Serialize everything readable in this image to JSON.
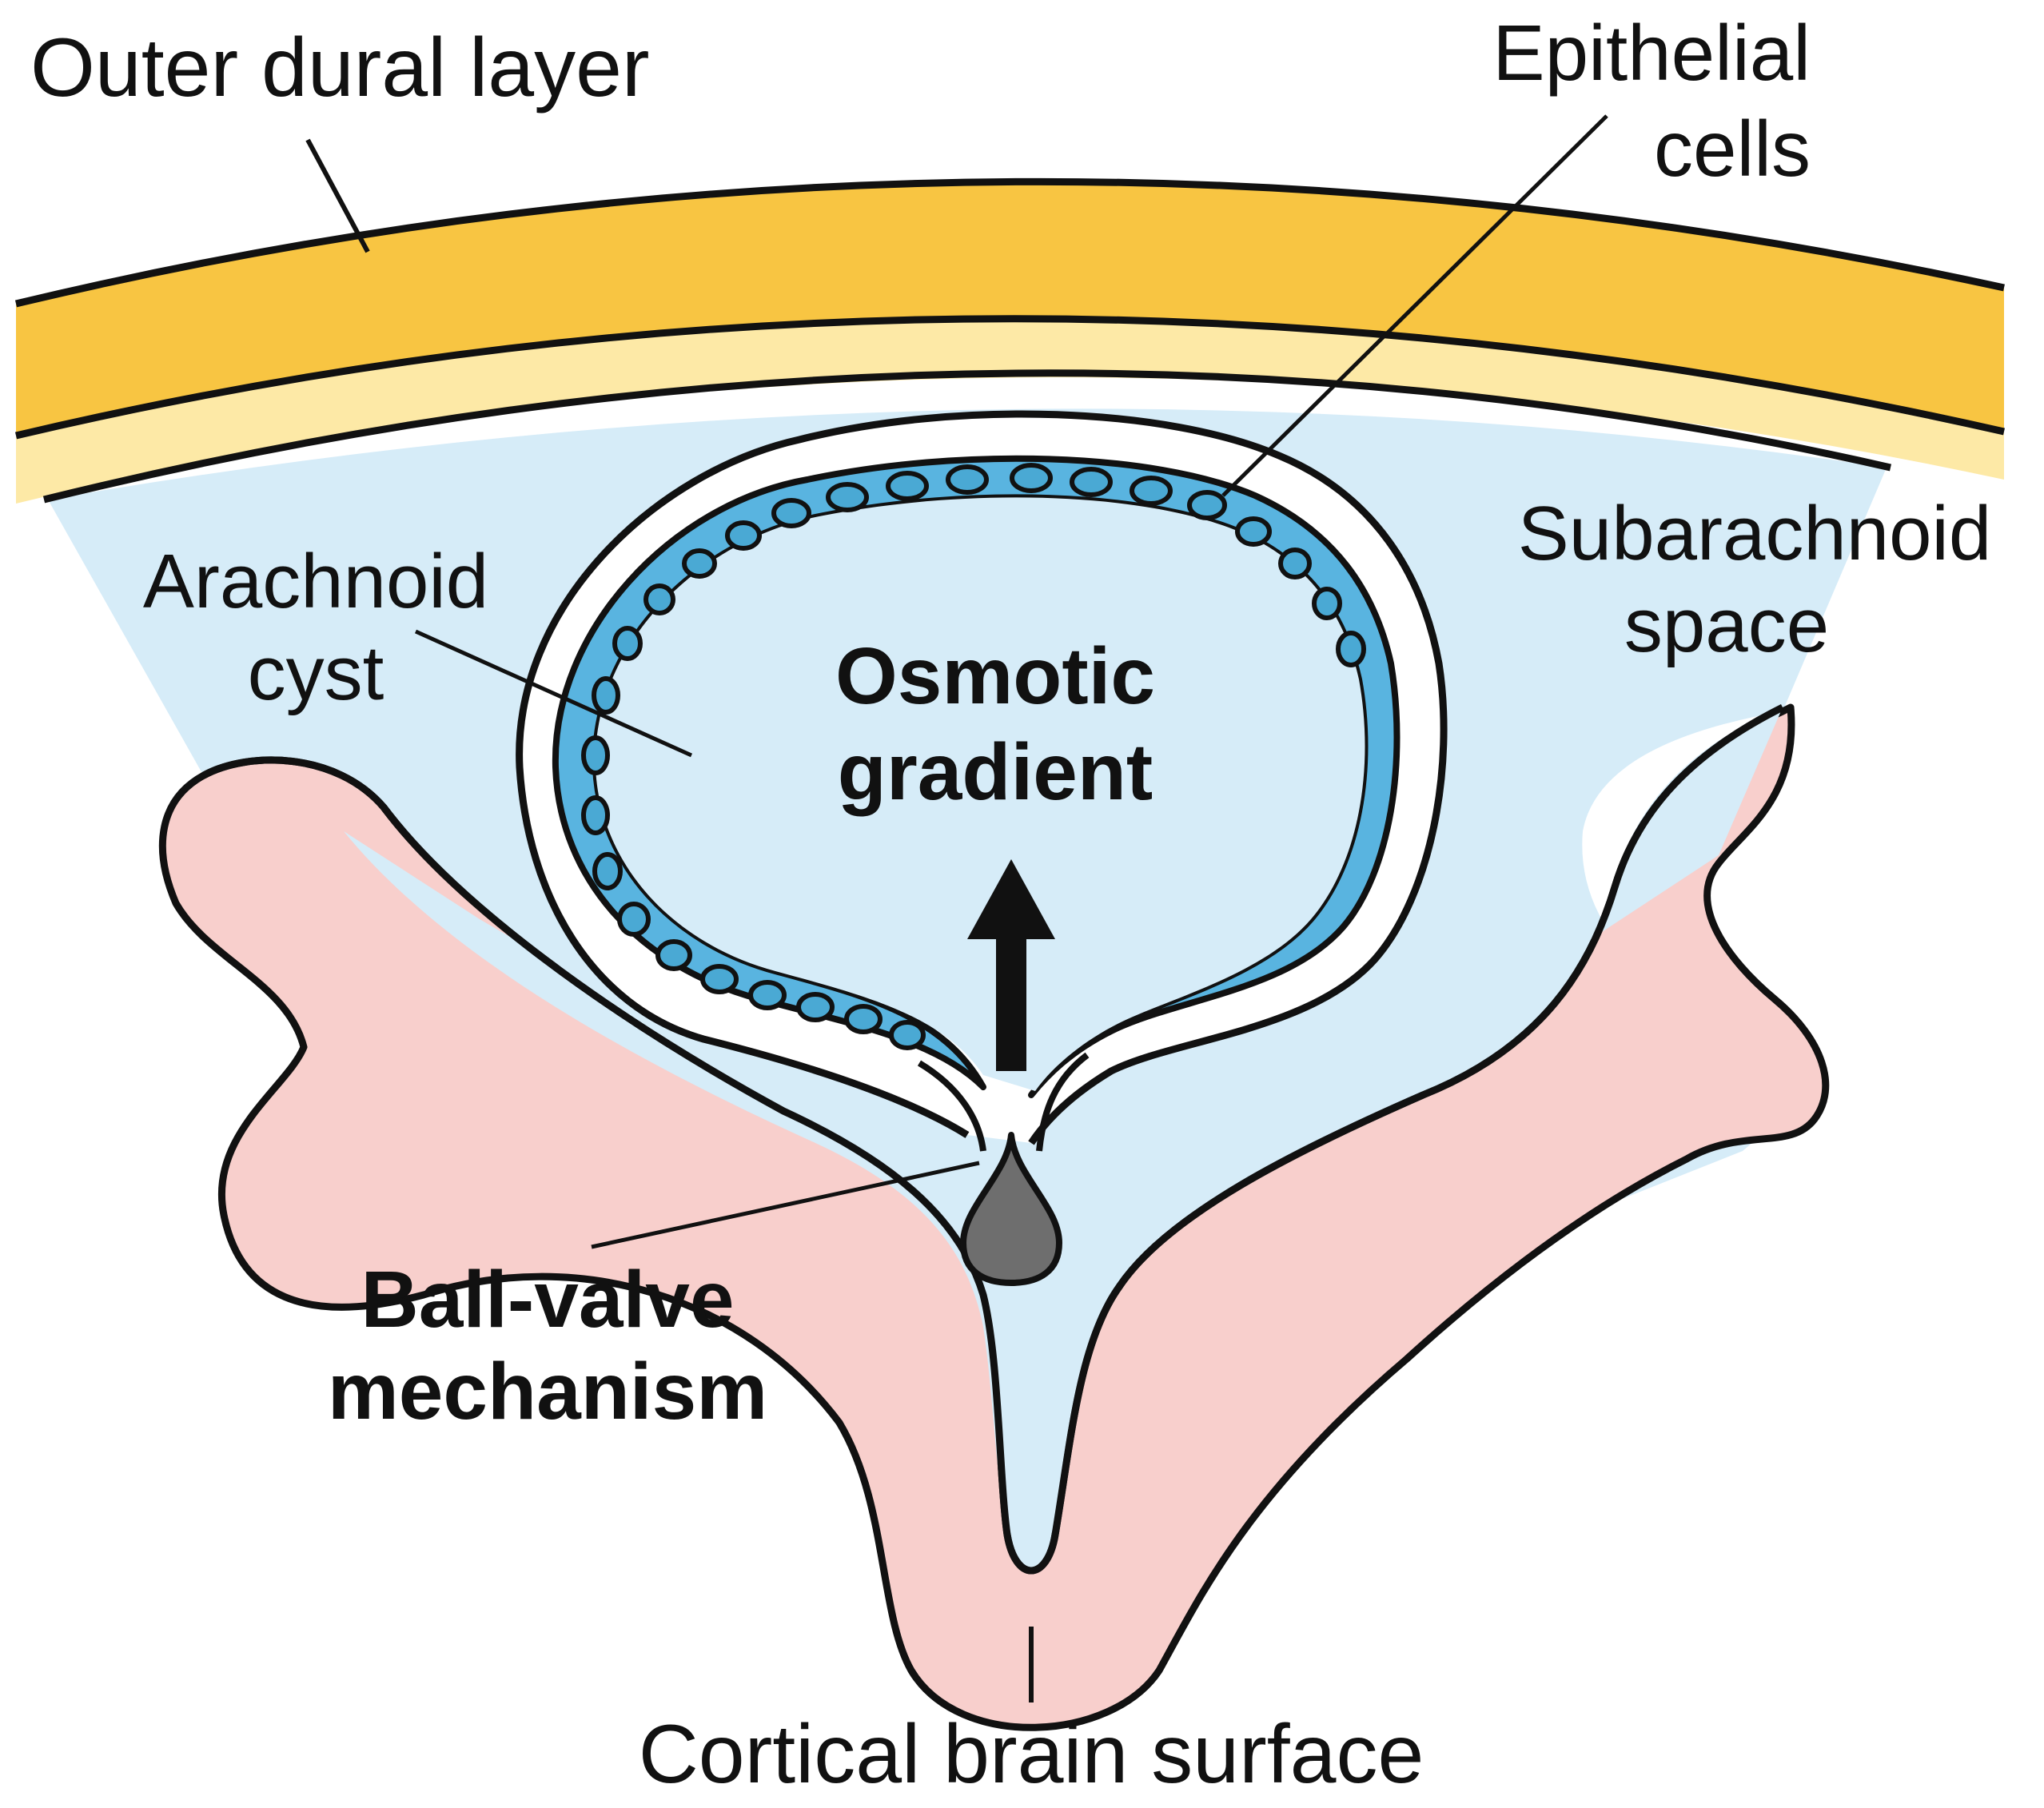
{
  "labels": {
    "outer_dural_layer": "Outer dural layer",
    "epithelial_cells": [
      "Epithelial",
      "cells"
    ],
    "arachnoid_cyst": [
      "Arachnoid",
      "cyst"
    ],
    "subarachnoid_space": [
      "Subarachnoid",
      "space"
    ],
    "osmotic_gradient": [
      "Osmotic",
      "gradient"
    ],
    "ball_valve": [
      "Ball-valve",
      "mechanism"
    ],
    "cortical_surface": "Cortical brain surface"
  },
  "colors": {
    "dura": "#f8c542",
    "dura_inner": "#fde9a6",
    "csf": "#d6ecf8",
    "cyst_wall": "#59b4e0",
    "epithelial_cell": "#4aa9d4",
    "cortex": "#f8cfcc",
    "valve": "#6e6e6e",
    "outline": "#111111"
  },
  "icons": {
    "arrow": "arrow-up-icon",
    "valve": "teardrop-valve-icon"
  }
}
